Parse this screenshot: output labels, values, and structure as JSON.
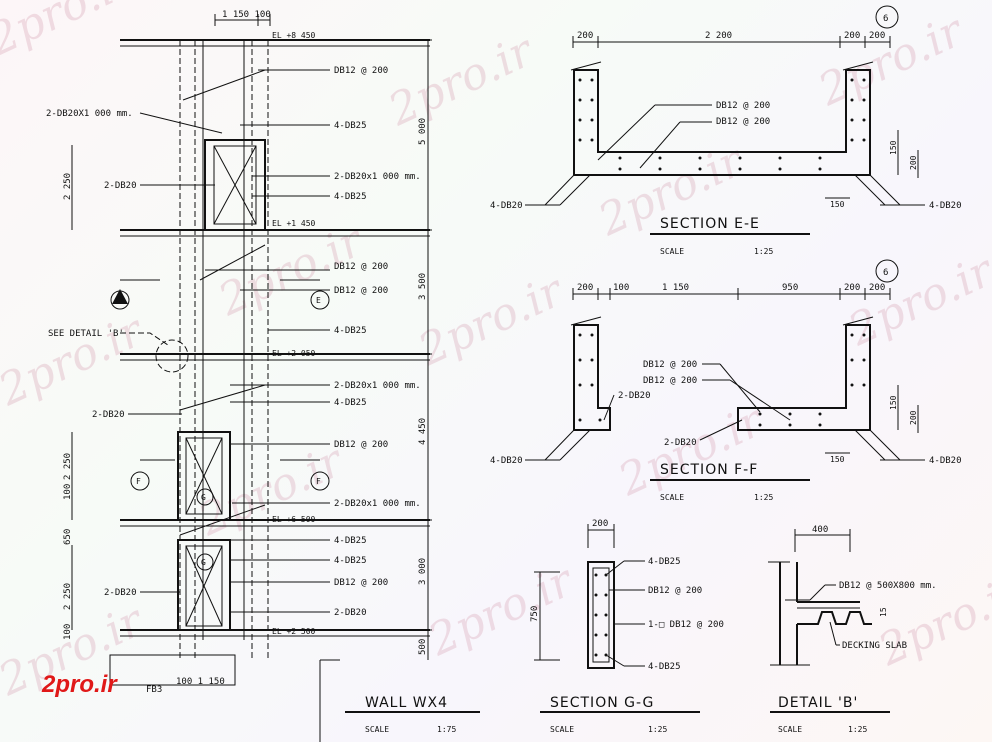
{
  "watermark": "2pro.ir",
  "logo": "2pro.ir",
  "wall": {
    "title": "WALL   WX4",
    "scale_label": "SCALE",
    "scale": "1:75",
    "top_dims": "1 150 100",
    "bottom_dims": "100 1 150",
    "fb_label": "FB3",
    "levels": [
      "EL +8 450",
      "EL +1 450",
      "EL +2 050",
      "EL +6 500",
      "EL +2 500"
    ],
    "right_dims": [
      "5 000",
      "3 500",
      "4 450",
      "3 000",
      "500"
    ],
    "left_dims": [
      "2 250",
      "2 250",
      "100",
      "650",
      "2 250",
      "100"
    ],
    "left_callouts": [
      "2-DB20X1 000 mm.",
      "2-DB20",
      "SEE DETAIL 'B'",
      "2-DB20",
      "2-DB20"
    ],
    "right_callouts": [
      "DB12 @ 200",
      "4-DB25",
      "2-DB20x1 000 mm.",
      "4-DB25",
      "DB12 @ 200",
      "DB12 @ 200",
      "4-DB25",
      "2-DB20x1 000 mm.",
      "4-DB25",
      "DB12 @ 200",
      "2-DB20x1 000 mm.",
      "4-DB25",
      "4-DB25",
      "DB12 @ 200",
      "2-DB20"
    ],
    "section_markers": [
      "E",
      "E",
      "F",
      "F",
      "G",
      "G"
    ]
  },
  "section_e": {
    "title": "SECTION    E-E",
    "scale_label": "SCALE",
    "scale": "1:25",
    "ref": "6",
    "top_dims": [
      "200",
      "2 200",
      "200",
      "200"
    ],
    "callouts": [
      "DB12 @ 200",
      "DB12 @ 200",
      "4-DB20",
      "4-DB20"
    ],
    "side_dims": [
      "150",
      "200",
      "150"
    ]
  },
  "section_f": {
    "title": "SECTION    F-F",
    "scale_label": "SCALE",
    "scale": "1:25",
    "ref": "6",
    "top_dims": [
      "200",
      "100",
      "1 150",
      "950",
      "200",
      "200"
    ],
    "callouts": [
      "DB12 @ 200",
      "DB12 @ 200",
      "2-DB20",
      "2-DB20",
      "4-DB20",
      "4-DB20"
    ],
    "side_dims": [
      "150",
      "200",
      "150"
    ]
  },
  "section_g": {
    "title": "SECTION    G-G",
    "scale_label": "SCALE",
    "scale": "1:25",
    "top_dim": "200",
    "side_dim": "750",
    "callouts": [
      "4-DB25",
      "DB12 @ 200",
      "1-□ DB12 @ 200",
      "4-DB25"
    ]
  },
  "detail_b": {
    "title": "DETAIL    'B'",
    "scale_label": "SCALE",
    "scale": "1:25",
    "top_dim": "400",
    "callouts": [
      "DB12 @ 500X800 mm.",
      "DECKING SLAB"
    ],
    "side_dim": "15"
  }
}
